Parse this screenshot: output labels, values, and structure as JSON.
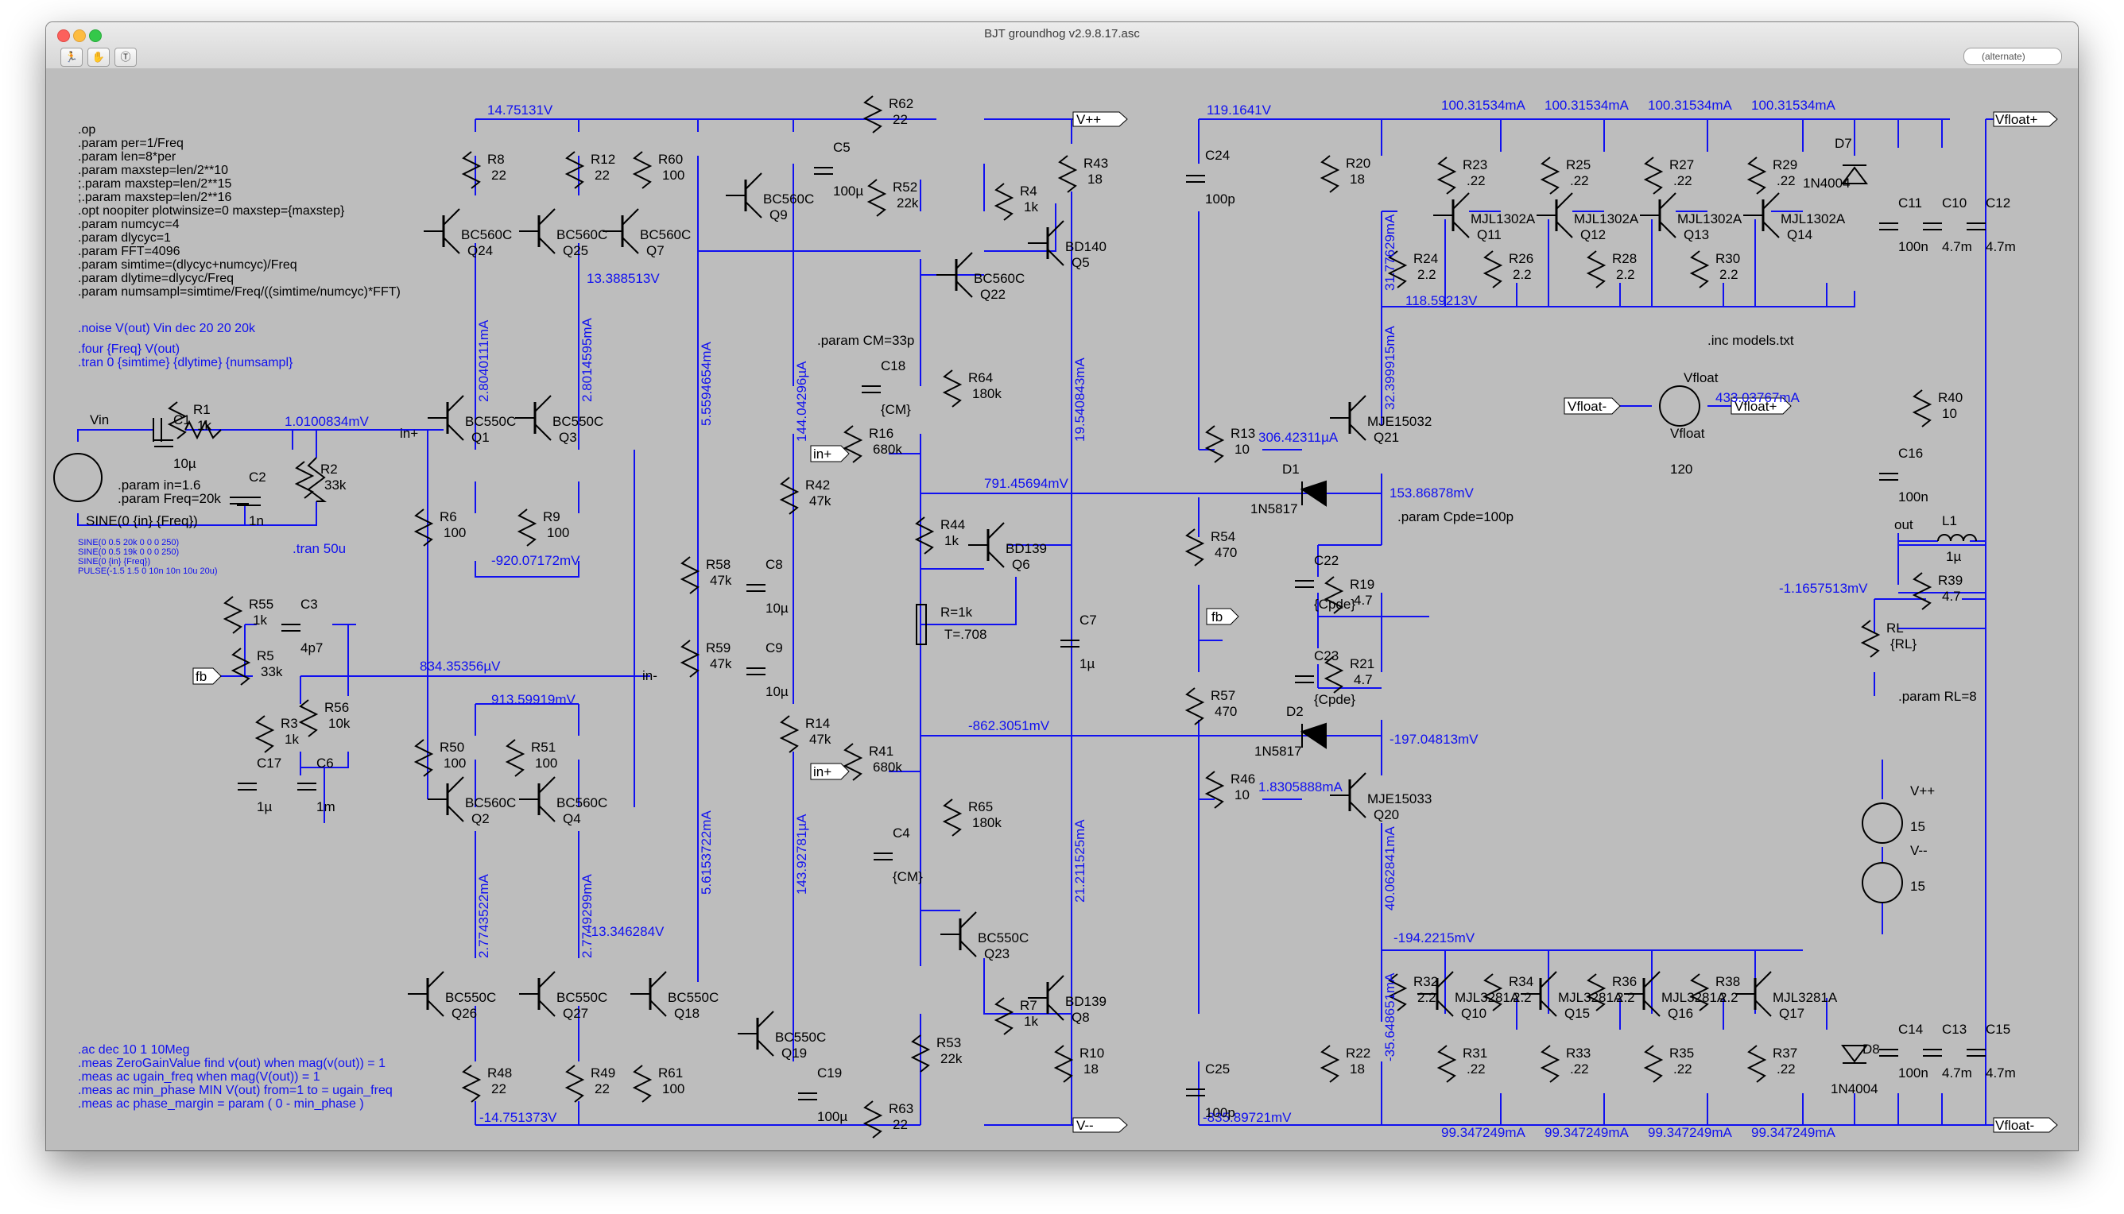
{
  "window": {
    "title": "BJT groundhog v2.9.8.17.asc",
    "search_placeholder": "(alternate)"
  },
  "toolbar": [
    "run-icon",
    "halt-icon",
    "probe-icon"
  ],
  "colors": {
    "wire": "#1010f0",
    "component": "#000000",
    "label": "#1010f0",
    "canvas": "#bdbdbd"
  },
  "directives_top": [
    ".op",
    ".param per=1/Freq",
    ".param len=8*per",
    ".param maxstep=len/2**10",
    ";.param maxstep=len/2**15",
    ";.param maxstep=len/2**16",
    ".opt noopiter plotwinsize=0 maxstep={maxstep}",
    ".param numcyc=4",
    ".param dlycyc=1",
    ".param FFT=4096",
    ".param simtime=(dlycyc+numcyc)/Freq",
    ".param dlytime=dlycyc/Freq",
    ".param numsampl=simtime/Freq/((simtime/numcyc)*FFT)"
  ],
  "directive_noise": ".noise V(out) Vin dec 20 20 20k",
  "directives_four": [
    ".four {Freq} V(out)",
    ".tran 0 {simtime} {dlytime} {numsampl}"
  ],
  "directives_ac": [
    ".ac dec 10 1 10Meg",
    ".meas ZeroGainValue find v(out) when mag(v(out)) = 1",
    ".meas ac ugain_freq when mag(V(out)) = 1",
    ".meas ac min_phase MIN V(out) from=1 to = ugain_freq",
    ".meas ac phase_margin = param ( 0 - min_phase )"
  ],
  "source_params": [
    ".param in=1.6",
    ".param Freq=20k"
  ],
  "source_value": "SINE(0 {in} {Freq})",
  "source_alts": [
    "SINE(0 0.5 20k 0 0 0 250)",
    "SINE(0 0.5 19k 0 0 0 250)",
    "SINE(0 {in} {Freq})",
    "PULSE(-1.5 1.5 0 10n 10n 10u 20u)"
  ],
  "tran_50u": ".tran 50u",
  "param_cm": ".param CM=33p",
  "param_cpde": ".param Cpde=100p",
  "param_rl": ".param RL=8",
  "inc_models": ".inc models.txt",
  "node_voltages": [
    "14.75131V",
    "13.388513V",
    "1.0100834mV",
    "-920.07172mV",
    "834.35356µV",
    "913.59919mV",
    "-13.346284V",
    "-14.751373V",
    "791.45694mV",
    "-862.3051mV",
    "119.1641V",
    "118.59213V",
    "306.42311µA",
    "153.86878mV",
    "-197.04813mV",
    "1.8305888mA",
    "-194.2215mV",
    "-835.89721mV",
    "-1.1657513mV",
    "433.03767mA"
  ],
  "branch_currents": [
    "2.8040111mA",
    "2.8014595mA",
    "5.5594654mA",
    "144.04296µA",
    "19.540843mA",
    "2.7743522mA",
    "2.7749299mA",
    "5.6153722mA",
    "143.92781µA",
    "21.211525mA",
    "31.77629mA",
    "32.399915mA",
    "40.062841mA",
    "-35.648651mA"
  ],
  "output_currents_top": [
    "100.31534mA",
    "100.31534mA",
    "100.31534mA",
    "100.31534mA"
  ],
  "output_currents_bottom": [
    "99.347249mA",
    "99.347249mA",
    "99.347249mA",
    "99.347249mA"
  ],
  "net_labels": [
    "V++",
    "V--",
    "Vfloat+",
    "Vfloat-",
    "fb",
    "in+",
    "in-",
    "out",
    "Vin",
    "Vfloat"
  ],
  "components": {
    "resistors": [
      [
        "R1",
        "1k"
      ],
      [
        "R2",
        "33k"
      ],
      [
        "R3",
        "1k"
      ],
      [
        "R5",
        "33k"
      ],
      [
        "R55",
        "1k"
      ],
      [
        "R56",
        "10k"
      ],
      [
        "R6",
        "100"
      ],
      [
        "R8",
        "22"
      ],
      [
        "R9",
        "100"
      ],
      [
        "R12",
        "22"
      ],
      [
        "R50",
        "100"
      ],
      [
        "R51",
        "100"
      ],
      [
        "R48",
        "22"
      ],
      [
        "R49",
        "22"
      ],
      [
        "R60",
        "100"
      ],
      [
        "R61",
        "100"
      ],
      [
        "R62",
        "22"
      ],
      [
        "R63",
        "22"
      ],
      [
        "R52",
        "22k"
      ],
      [
        "R53",
        "22k"
      ],
      [
        "R42",
        "47k"
      ],
      [
        "R14",
        "47k"
      ],
      [
        "R58",
        "47k"
      ],
      [
        "R59",
        "47k"
      ],
      [
        "R16",
        "680k"
      ],
      [
        "R41",
        "680k"
      ],
      [
        "R44",
        "1k"
      ],
      [
        "R64",
        "180k"
      ],
      [
        "R65",
        "180k"
      ],
      [
        "R4",
        "1k"
      ],
      [
        "R7",
        "1k"
      ],
      [
        "R43",
        "18"
      ],
      [
        "R10",
        "18"
      ],
      [
        "R54",
        "470"
      ],
      [
        "R57",
        "470"
      ],
      [
        "R13",
        "10"
      ],
      [
        "R46",
        "10"
      ],
      [
        "R20",
        "18"
      ],
      [
        "R22",
        "18"
      ],
      [
        "R19",
        "4.7"
      ],
      [
        "R21",
        "4.7"
      ],
      [
        "R40",
        "10"
      ],
      [
        "R39",
        "4.7"
      ],
      [
        "RL",
        "{RL}"
      ],
      [
        "R23",
        ".22"
      ],
      [
        "R25",
        ".22"
      ],
      [
        "R27",
        ".22"
      ],
      [
        "R29",
        ".22"
      ],
      [
        "R24",
        "2.2"
      ],
      [
        "R26",
        "2.2"
      ],
      [
        "R28",
        "2.2"
      ],
      [
        "R30",
        "2.2"
      ],
      [
        "R31",
        ".22"
      ],
      [
        "R33",
        ".22"
      ],
      [
        "R35",
        ".22"
      ],
      [
        "R37",
        ".22"
      ],
      [
        "R32",
        "2.2"
      ],
      [
        "R34",
        "2.2"
      ],
      [
        "R36",
        "2.2"
      ],
      [
        "R38",
        "2.2"
      ]
    ],
    "capacitors": [
      [
        "C1",
        "10µ"
      ],
      [
        "C2",
        "1n"
      ],
      [
        "C3",
        "4p7"
      ],
      [
        "C17",
        "1µ"
      ],
      [
        "C6",
        "1m"
      ],
      [
        "C5",
        "100µ"
      ],
      [
        "C19",
        "100µ"
      ],
      [
        "C8",
        "10µ"
      ],
      [
        "C9",
        "10µ"
      ],
      [
        "C18",
        "{CM}"
      ],
      [
        "C4",
        "{CM}"
      ],
      [
        "C7",
        "1µ"
      ],
      [
        "C24",
        "100p"
      ],
      [
        "C25",
        "100p"
      ],
      [
        "C22",
        "{Cpde}"
      ],
      [
        "C23",
        "{Cpde}"
      ],
      [
        "C11",
        "100n"
      ],
      [
        "C10",
        "4.7m"
      ],
      [
        "C12",
        "4.7m"
      ],
      [
        "C14",
        "100n"
      ],
      [
        "C13",
        "4.7m"
      ],
      [
        "C15",
        "4.7m"
      ],
      [
        "C16",
        "100n"
      ]
    ],
    "transistors": [
      [
        "Q1",
        "BC550C"
      ],
      [
        "Q3",
        "BC550C"
      ],
      [
        "Q2",
        "BC560C"
      ],
      [
        "Q4",
        "BC560C"
      ],
      [
        "Q24",
        "BC560C"
      ],
      [
        "Q25",
        "BC560C"
      ],
      [
        "Q26",
        "BC550C"
      ],
      [
        "Q27",
        "BC550C"
      ],
      [
        "Q7",
        "BC560C"
      ],
      [
        "Q9",
        "BC560C"
      ],
      [
        "Q18",
        "BC550C"
      ],
      [
        "Q19",
        "BC550C"
      ],
      [
        "Q22",
        "BC560C"
      ],
      [
        "Q23",
        "BC550C"
      ],
      [
        "Q5",
        "BD140"
      ],
      [
        "Q8",
        "BD139"
      ],
      [
        "Q6",
        "BD139"
      ],
      [
        "Q21",
        "MJE15032"
      ],
      [
        "Q20",
        "MJE15033"
      ],
      [
        "Q11",
        "MJL1302A"
      ],
      [
        "Q12",
        "MJL1302A"
      ],
      [
        "Q13",
        "MJL1302A"
      ],
      [
        "Q14",
        "MJL1302A"
      ],
      [
        "Q10",
        "MJL3281A"
      ],
      [
        "Q15",
        "MJL3281A"
      ],
      [
        "Q16",
        "MJL3281A"
      ],
      [
        "Q17",
        "MJL3281A"
      ]
    ],
    "diodes": [
      [
        "D1",
        "1N5817"
      ],
      [
        "D2",
        "1N5817"
      ],
      [
        "D7",
        "1N4004"
      ],
      [
        "D8",
        "1N4004"
      ]
    ],
    "inductors": [
      [
        "L1",
        "1µ"
      ]
    ],
    "sources": [
      [
        "V++",
        "15"
      ],
      [
        "V--",
        "15"
      ],
      [
        "Vfloat",
        "120"
      ]
    ],
    "pot": [
      "R=1k",
      "T=.708"
    ]
  }
}
